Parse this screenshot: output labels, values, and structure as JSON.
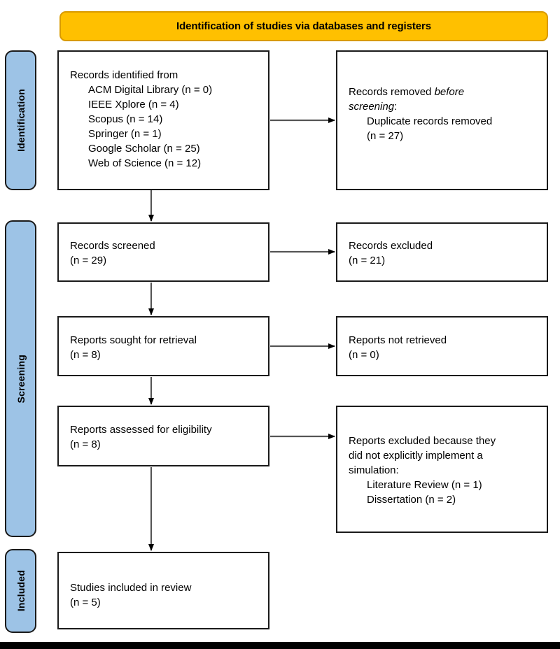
{
  "banner": {
    "title": "Identification of studies via databases and registers",
    "fill": "#FFC000",
    "border": "#D99A00"
  },
  "phases": {
    "fill": "#9DC3E6",
    "identification": "Identification",
    "screening": "Screening",
    "included": "Included"
  },
  "boxes": {
    "identified": {
      "heading": "Records identified from",
      "sources": [
        "ACM Digital Library (n = 0)",
        "IEEE Xplore (n = 4)",
        "Scopus (n = 14)",
        "Springer (n = 1)",
        "Google Scholar (n = 25)",
        "Web of Science (n = 12)"
      ]
    },
    "removed": {
      "line1_a": "Records removed ",
      "line1_b": "before",
      "line2_a": "screening",
      "line2_b": ":",
      "detail": "Duplicate records removed",
      "count": "(n = 27)"
    },
    "screened": {
      "label": "Records screened",
      "count": "(n = 29)"
    },
    "excluded": {
      "label": "Records excluded",
      "count": "(n = 21)"
    },
    "sought": {
      "label": "Reports sought for retrieval",
      "count": "(n = 8)"
    },
    "not_retrieved": {
      "label": "Reports not retrieved",
      "count": "(n = 0)"
    },
    "assessed": {
      "label": "Reports assessed for eligibility",
      "count": "(n = 8)"
    },
    "excluded_reasons": {
      "line1": "Reports excluded because they",
      "line2": "did not explicitly implement a",
      "line3": "simulation:",
      "reason1": "Literature Review (n = 1)",
      "reason2": "Dissertation (n = 2)"
    },
    "included": {
      "label": "Studies included in review",
      "count": "(n = 5)"
    }
  },
  "connectors": {
    "stroke": "#555555",
    "arrow_fill": "#000000"
  }
}
